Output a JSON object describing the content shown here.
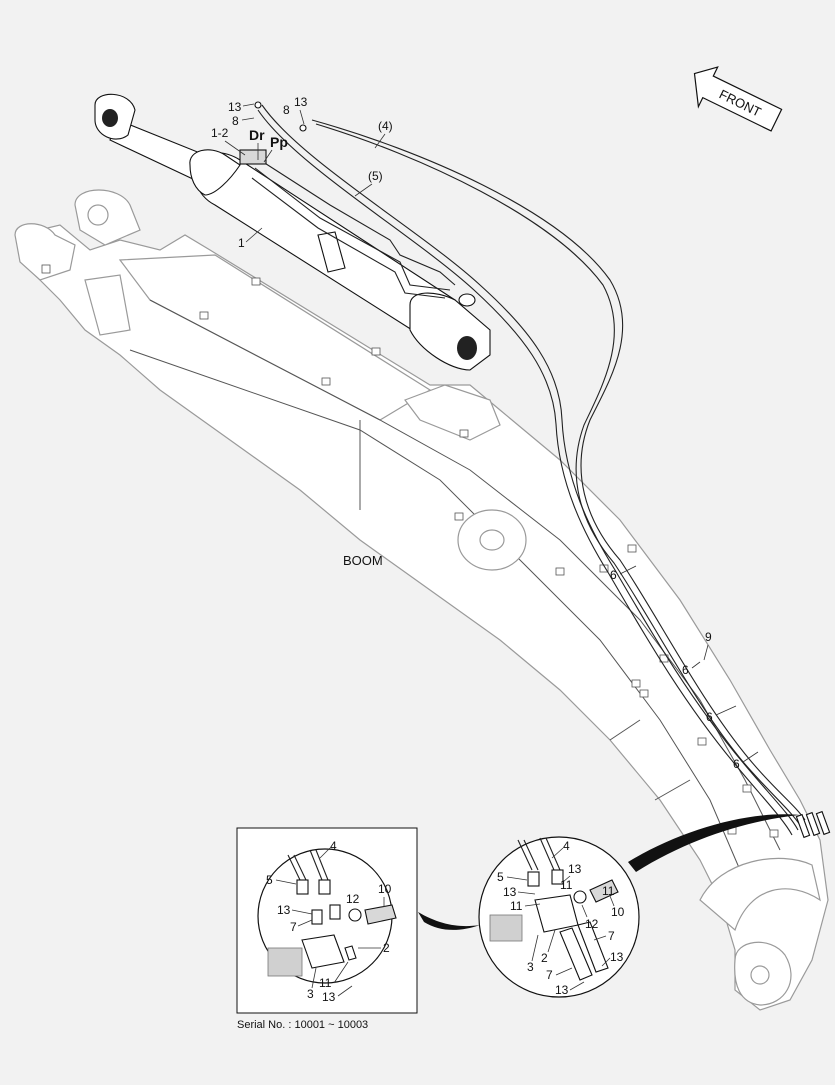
{
  "callouts": {
    "c13a": "13",
    "c8a": "8",
    "c8b": "8",
    "c13b": "13",
    "c4": "(4)",
    "c12": "1-2",
    "dr": "Dr",
    "pp": "Pp",
    "c5": "(5)",
    "c1": "1",
    "c6a": "6",
    "c9": "9",
    "c6b": "6",
    "c6c": "6",
    "c6d": "6"
  },
  "front_label": "FRONT",
  "boom_label": "BOOM",
  "serial_note": "Serial No. : 10001 ~ 10003",
  "detail_left": {
    "l4": "4",
    "l5": "5",
    "l13a": "13",
    "l12": "12",
    "l10": "10",
    "l7": "7",
    "l2": "2",
    "l3": "3",
    "l11": "11",
    "l13b": "13"
  },
  "detail_right": {
    "r4": "4",
    "r5": "5",
    "r13a": "13",
    "r13b": "13",
    "r11a": "11",
    "r11b": "11",
    "r10": "10",
    "r12": "12",
    "r3": "3",
    "r2": "2",
    "r7a": "7",
    "r7b": "7",
    "r13c": "13",
    "r13d": "13"
  },
  "colors": {
    "line": "#111111",
    "edge": "#9a9a9a",
    "background": "#f2f2f2"
  }
}
